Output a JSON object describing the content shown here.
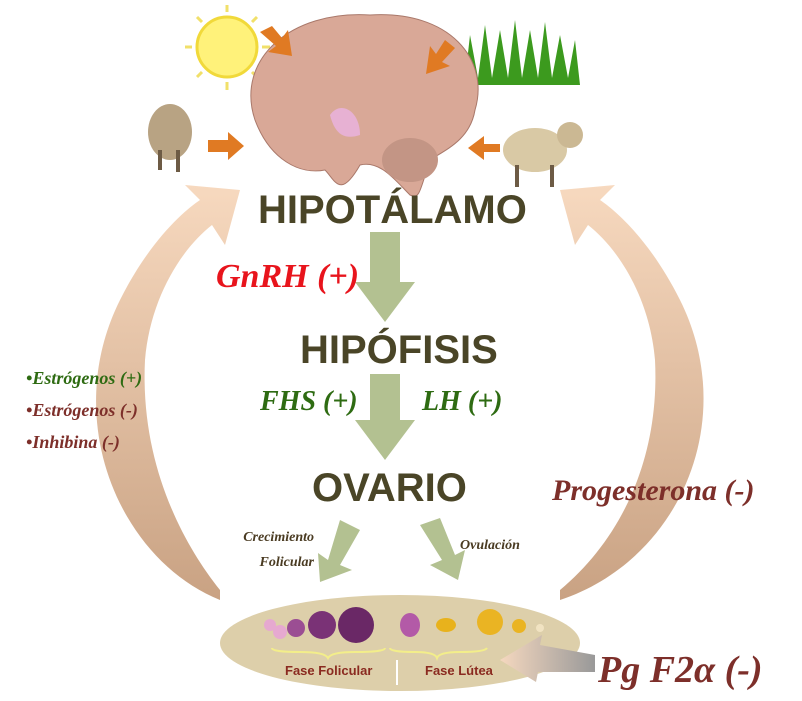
{
  "center": {
    "hypothalamus": "HIPOTÁLAMO",
    "pituitary": "HIPÓFISIS",
    "ovary": "OVARIO"
  },
  "hormones": {
    "gnrh": "GnRH (+)",
    "fsh": "FHS (+)",
    "lh": "LH (+)"
  },
  "feedback_left": [
    {
      "text": "Estrógenos (+)",
      "color": "#2e6b12"
    },
    {
      "text": "Estrógenos (-)",
      "color": "#7d2f2a"
    },
    {
      "text": "Inhibina (-)",
      "color": "#7d2f2a"
    }
  ],
  "feedback_right": "Progesterona (-)",
  "prostaglandin": "Pg F2α (-)",
  "ovary_outputs": {
    "left_line1": "Crecimiento",
    "left_line2": "Folicular",
    "right": "Ovulación"
  },
  "phases": {
    "follicular": "Fase Folicular",
    "luteal": "Fase Lútea"
  },
  "colors": {
    "gnrh": "#e8141c",
    "green": "#2e6b12",
    "brown": "#7d2f2a",
    "arrow_green": "#b3c191",
    "arc": "#d5ad8a"
  }
}
